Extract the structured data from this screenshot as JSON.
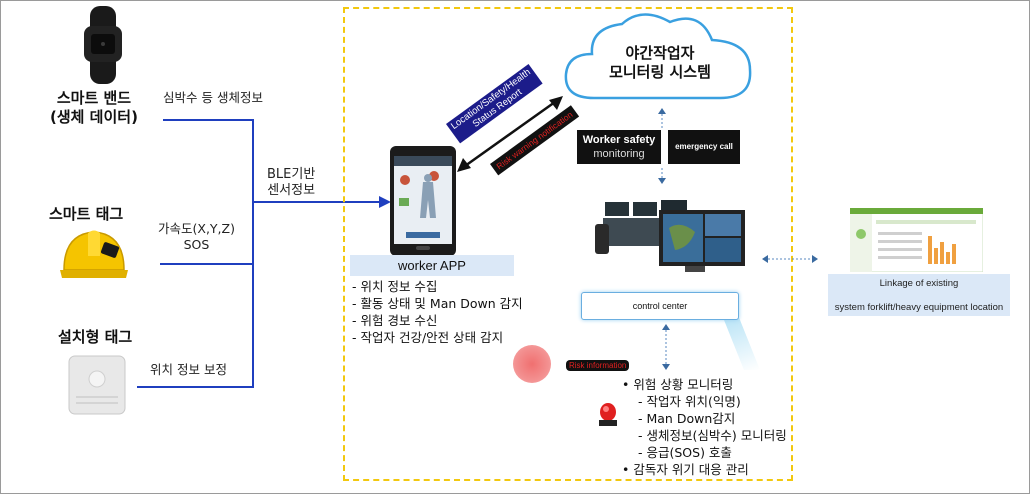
{
  "devices": {
    "band": {
      "title_line1": "스마트 밴드",
      "title_line2": "(생체 데이터)",
      "note": "심박수 등 생체정보"
    },
    "tag": {
      "title": "스마트 태그",
      "note_line1": "가속도(X,Y,Z)",
      "note_line2": "SOS"
    },
    "fixed_tag": {
      "title": "설치형 태그",
      "note": "위치 정보 보정"
    }
  },
  "ble": {
    "line1": "BLE기반",
    "line2": "센서정보"
  },
  "cloud": {
    "line1": "야간작업자",
    "line2": "모니터링 시스템"
  },
  "arrow_labels": {
    "status_line1": "Location/Safety/Health",
    "status_line2": "Status Report",
    "warning": "Risk warning notification"
  },
  "buttons": {
    "worker_safety_line1": "Worker safety",
    "worker_safety_line2": "monitoring",
    "emergency": "emergency call"
  },
  "worker_app": {
    "label": "worker APP",
    "features": [
      "-  위치 정보 수집",
      "-  활동 상태 및  Man Down 감지",
      "-  위험 경보 수신",
      "-  작업자 건강/안전 상태 감지"
    ]
  },
  "control_center": {
    "label": "control center"
  },
  "risk": {
    "label": "Risk information"
  },
  "monitoring": {
    "heading": "• 위험 상황 모니터링",
    "items": [
      "- 작업자 위치(익명)",
      "- Man Down감지",
      "- 생체정보(심박수) 모니터링",
      "- 응급(SOS) 호출"
    ],
    "footer": "• 감독자 위기 대응 관리"
  },
  "external": {
    "line1": "Linkage of existing",
    "line2": "system forklift/heavy equipment location"
  },
  "colors": {
    "blue_line": "#1f3fbf",
    "dashed_border": "#f2c80f",
    "cloud_stroke": "#3aa0e0",
    "label_bg": "#dbe8f7"
  }
}
